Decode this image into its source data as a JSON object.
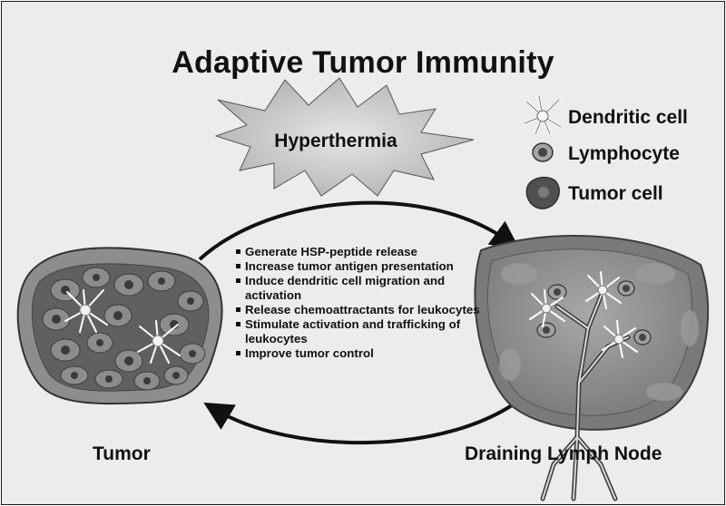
{
  "title": "Adaptive Tumor Immunity",
  "stimulus": {
    "label": "Hyperthermia"
  },
  "legend": [
    {
      "label": "Dendritic cell",
      "icon": "dendritic-cell-icon"
    },
    {
      "label": "Lymphocyte",
      "icon": "lymphocyte-icon"
    },
    {
      "label": "Tumor cell",
      "icon": "tumor-cell-icon"
    }
  ],
  "effects": [
    "Generate HSP-peptide release",
    "Increase tumor antigen presentation",
    "Induce dendritic cell migration and activation",
    "Release chemoattractants for leukocytes",
    "Stimulate activation and trafficking of leukocytes",
    "Improve tumor control"
  ],
  "tumor": {
    "label": "Tumor"
  },
  "lymph_node": {
    "label": "Draining Lymph Node"
  },
  "colors": {
    "background": "#ececec",
    "tumor_fill": "#6b6b6b",
    "node_fill": "#8a8a8a",
    "burst_fill": "#c9c9c9"
  }
}
